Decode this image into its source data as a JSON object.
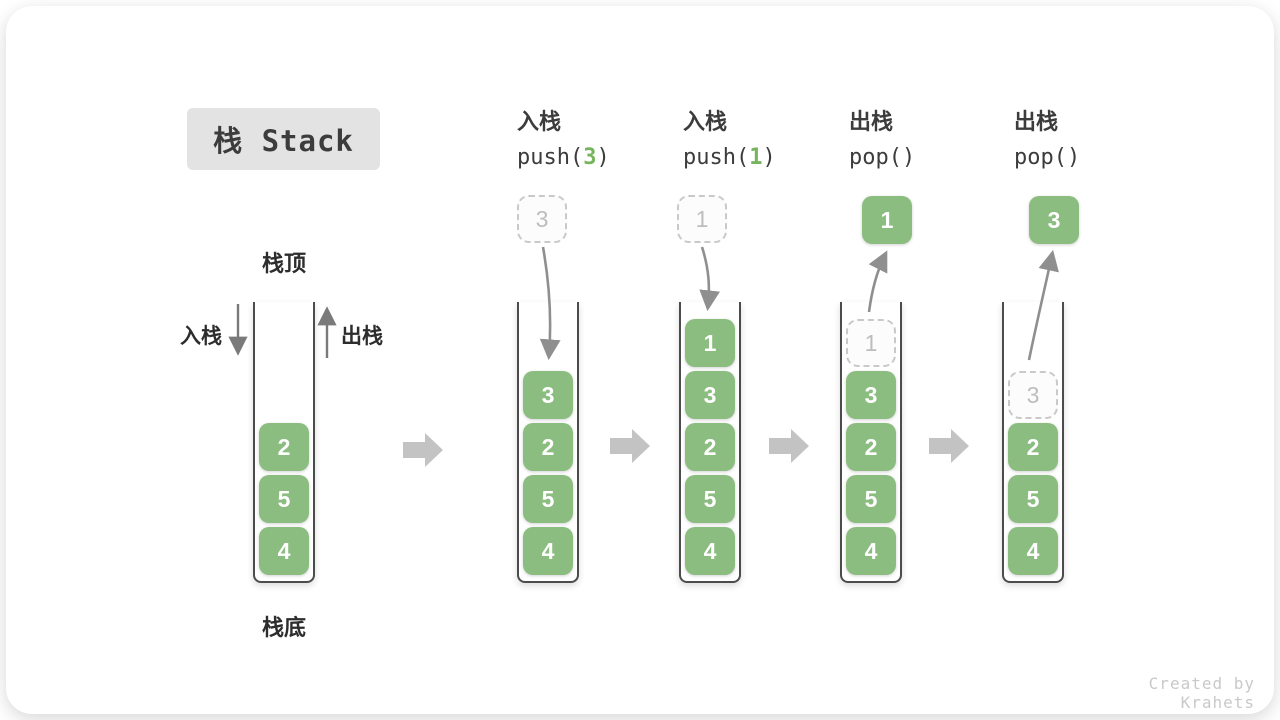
{
  "title": "栈 Stack",
  "footer": "Created by Krahets",
  "colors": {
    "cell_green": "#8cbd80",
    "code_arg_green": "#76b55e",
    "tube_stroke": "#4c4c4c",
    "flow_arrow_gray": "#c3c3c3",
    "curve_arrow_gray": "#8f8f8f",
    "ghost_border": "#c9c9c9",
    "ghost_text": "#bdbdbd",
    "title_bg": "#e3e3e3",
    "text_dark": "#3c3c3c"
  },
  "first_stack": {
    "top_label": "栈顶",
    "bottom_label": "栈底",
    "push_label": "入栈",
    "pop_label": "出栈"
  },
  "operations": [
    {
      "label": "入栈",
      "code_prefix": "push(",
      "code_arg": "3",
      "code_suffix": ")"
    },
    {
      "label": "入栈",
      "code_prefix": "push(",
      "code_arg": "1",
      "code_suffix": ")"
    },
    {
      "label": "出栈",
      "code_prefix": "pop(",
      "code_arg": "",
      "code_suffix": ")"
    },
    {
      "label": "出栈",
      "code_prefix": "pop(",
      "code_arg": "",
      "code_suffix": ")"
    }
  ],
  "stacks": [
    {
      "cells": [
        "2",
        "5",
        "4"
      ]
    },
    {
      "incoming": "3",
      "cells": [
        "3",
        "2",
        "5",
        "4"
      ]
    },
    {
      "incoming": "1",
      "cells": [
        "1",
        "3",
        "2",
        "5",
        "4"
      ]
    },
    {
      "outgoing": "1",
      "ghost": "1",
      "cells": [
        "3",
        "2",
        "5",
        "4"
      ]
    },
    {
      "outgoing": "3",
      "ghost": "3",
      "cells": [
        "2",
        "5",
        "4"
      ]
    }
  ]
}
